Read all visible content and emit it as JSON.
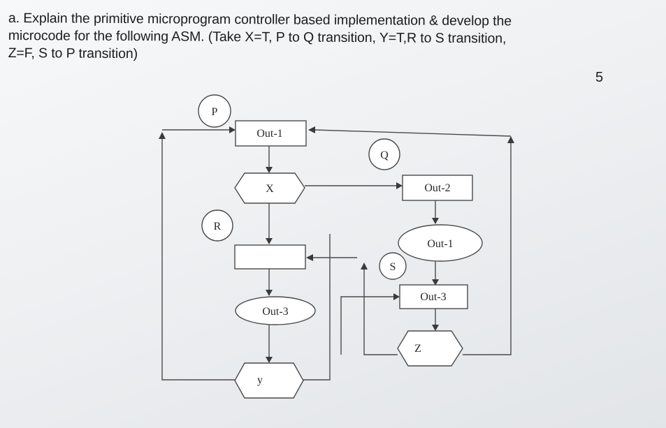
{
  "question": {
    "line1": "a. Explain the primitive microprogram controller based implementation & develop the",
    "line2": "microcode for the following ASM. (Take X=T, P to Q transition, Y=T,R to S transition,",
    "line3": "Z=F, S to P transition)",
    "marks": "5"
  },
  "asm": {
    "states": {
      "p": "P",
      "q": "Q",
      "r": "R",
      "s": "S"
    },
    "boxes": {
      "out1_top": "Out-1",
      "out2": "Out-2",
      "out3_right": "Out-3",
      "blank": ""
    },
    "ovals": {
      "out1_right": "Out-1",
      "out3_left": "Out-3"
    },
    "decisions": {
      "x": "X",
      "y": "y",
      "z": "Z"
    }
  }
}
